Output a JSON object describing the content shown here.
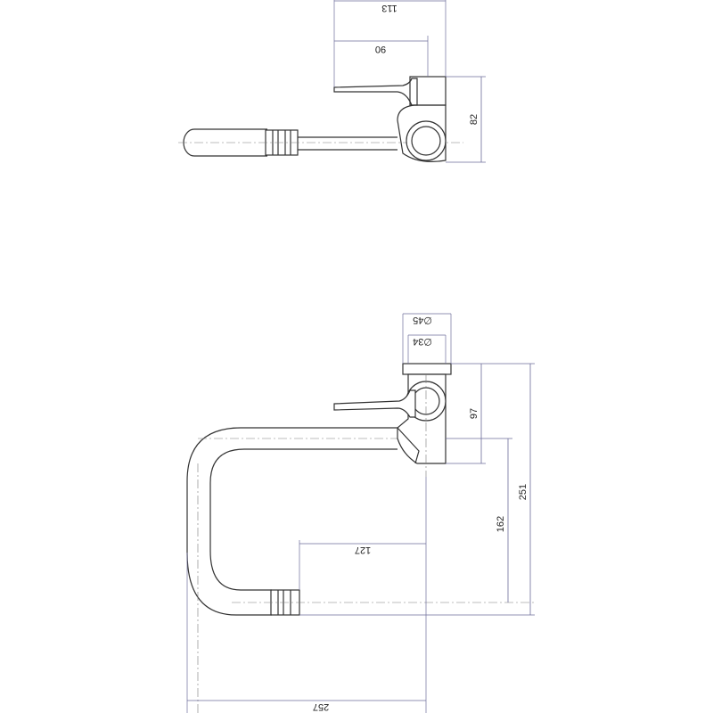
{
  "top_view": {
    "dimensions": {
      "overall_width": "113",
      "lever_to_axis": "90",
      "depth": "82"
    }
  },
  "front_view": {
    "dimensions": {
      "escutcheon_diameter": "∅45",
      "body_diameter": "∅34",
      "body_height": "97",
      "overall_height": "251",
      "spout_height": "162",
      "spout_offset": "127",
      "overall_reach": "257"
    }
  },
  "colors": {
    "outline": "#333333",
    "dimension_line": "#6d6d9a",
    "text": "#222222"
  }
}
